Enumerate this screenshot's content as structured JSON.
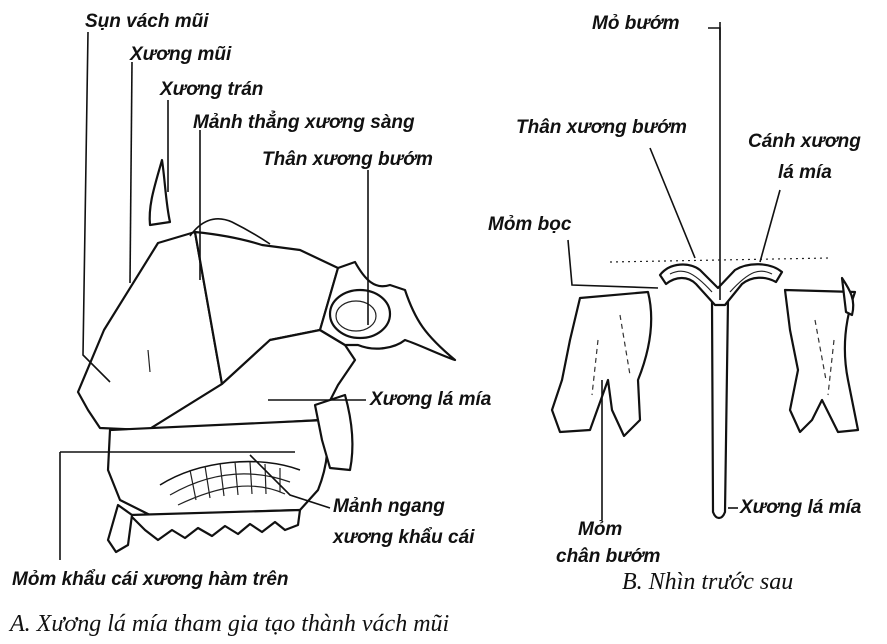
{
  "figure_a": {
    "labels": {
      "nasal_septum_cartilage": "Sụn vách mũi",
      "nasal_bone": "Xương mũi",
      "frontal_bone": "Xương trán",
      "ethmoid_perpendicular_plate": "Mảnh thẳng xương sàng",
      "sphenoid_body": "Thân xương bướm",
      "vomer": "Xương lá mía",
      "palatine_horizontal_plate_line1": "Mảnh ngang",
      "palatine_horizontal_plate_line2": "xương khẩu cái",
      "maxilla_palatine_process": "Mỏm khẩu cái xương hàm trên"
    },
    "caption": "A. Xương lá mía tham gia tạo thành vách mũi"
  },
  "figure_b": {
    "labels": {
      "sphenoid_rostrum": "Mỏ bướm",
      "sphenoid_body": "Thân xương bướm",
      "vomer_wing_line1": "Cánh xương",
      "vomer_wing_line2": "lá mía",
      "vaginal_process": "Mỏm bọc",
      "pterygoid_process_line1": "Mỏm",
      "pterygoid_process_line2": "chân bướm",
      "vomer": "Xương lá mía"
    },
    "caption": "B. Nhìn trước sau"
  }
}
